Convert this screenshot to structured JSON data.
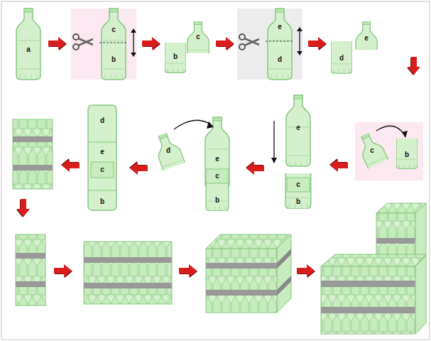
{
  "diagram": {
    "labels": [
      "a",
      "c",
      "b",
      "b",
      "c",
      "e",
      "d",
      "d",
      "e",
      "c",
      "b",
      "e",
      "c",
      "b",
      "d",
      "e",
      "c",
      "b",
      "d",
      "e",
      "c",
      "b"
    ]
  }
}
